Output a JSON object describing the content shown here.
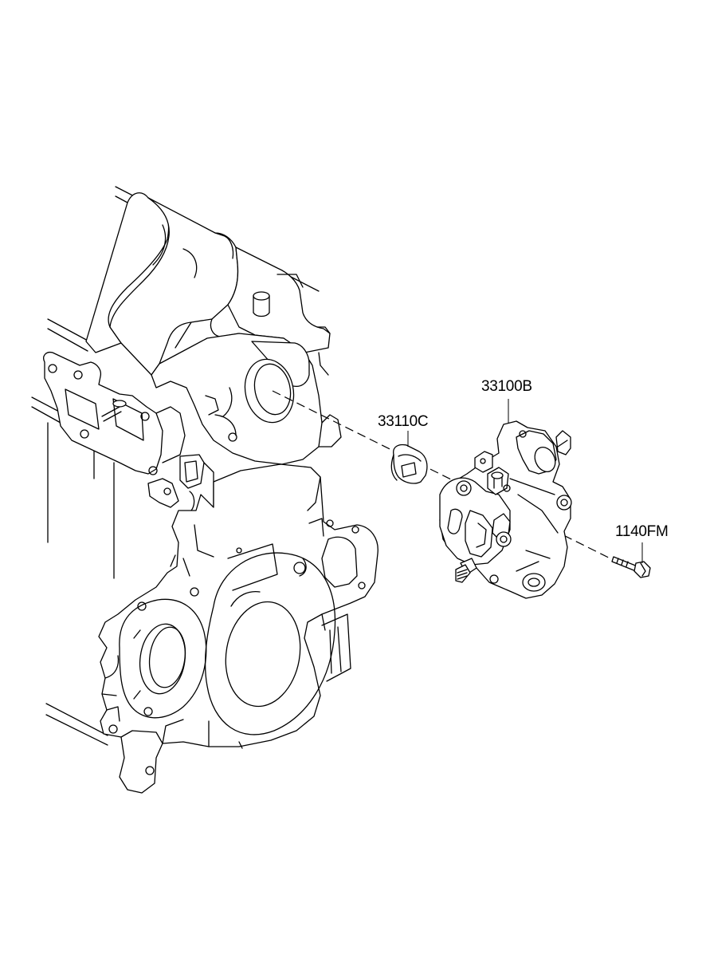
{
  "diagram": {
    "callouts": [
      {
        "id": "pump",
        "part_number": "33100B",
        "part": "high pressure fuel pump"
      },
      {
        "id": "gear",
        "part_number": "33110C",
        "part": "pump drive coupling"
      },
      {
        "id": "bolt",
        "part_number": "1140FM",
        "part": "flange bolt"
      }
    ]
  }
}
